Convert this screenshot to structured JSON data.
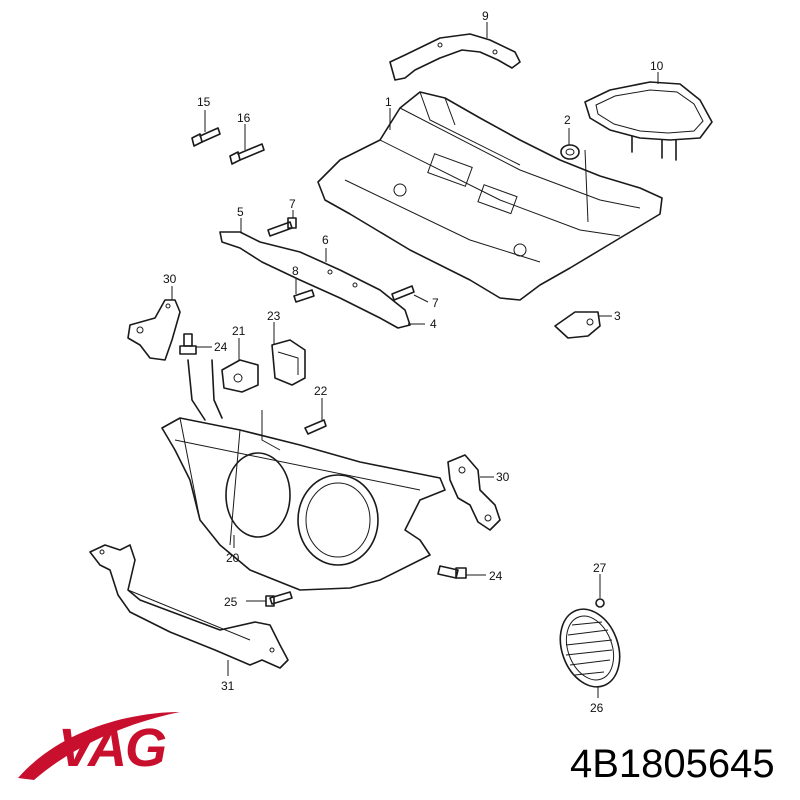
{
  "callouts": [
    {
      "id": "c9",
      "label": "9"
    },
    {
      "id": "c10",
      "label": "10"
    },
    {
      "id": "c1",
      "label": "1"
    },
    {
      "id": "c2",
      "label": "2"
    },
    {
      "id": "c15",
      "label": "15"
    },
    {
      "id": "c16",
      "label": "16"
    },
    {
      "id": "c5",
      "label": "5"
    },
    {
      "id": "c7a",
      "label": "7"
    },
    {
      "id": "c6",
      "label": "6"
    },
    {
      "id": "c8",
      "label": "8"
    },
    {
      "id": "c7b",
      "label": "7"
    },
    {
      "id": "c4",
      "label": "4"
    },
    {
      "id": "c3",
      "label": "3"
    },
    {
      "id": "c30a",
      "label": "30"
    },
    {
      "id": "c21",
      "label": "21"
    },
    {
      "id": "c23",
      "label": "23"
    },
    {
      "id": "c24a",
      "label": "24"
    },
    {
      "id": "c22",
      "label": "22"
    },
    {
      "id": "c30b",
      "label": "30"
    },
    {
      "id": "c20",
      "label": "20"
    },
    {
      "id": "c24b",
      "label": "24"
    },
    {
      "id": "c27",
      "label": "27"
    },
    {
      "id": "c25",
      "label": "25"
    },
    {
      "id": "c31",
      "label": "31"
    },
    {
      "id": "c26",
      "label": "26"
    }
  ],
  "brand": {
    "logo_text": "VAG",
    "logo_color": "#c8102e"
  },
  "part_number": "4B1805645"
}
